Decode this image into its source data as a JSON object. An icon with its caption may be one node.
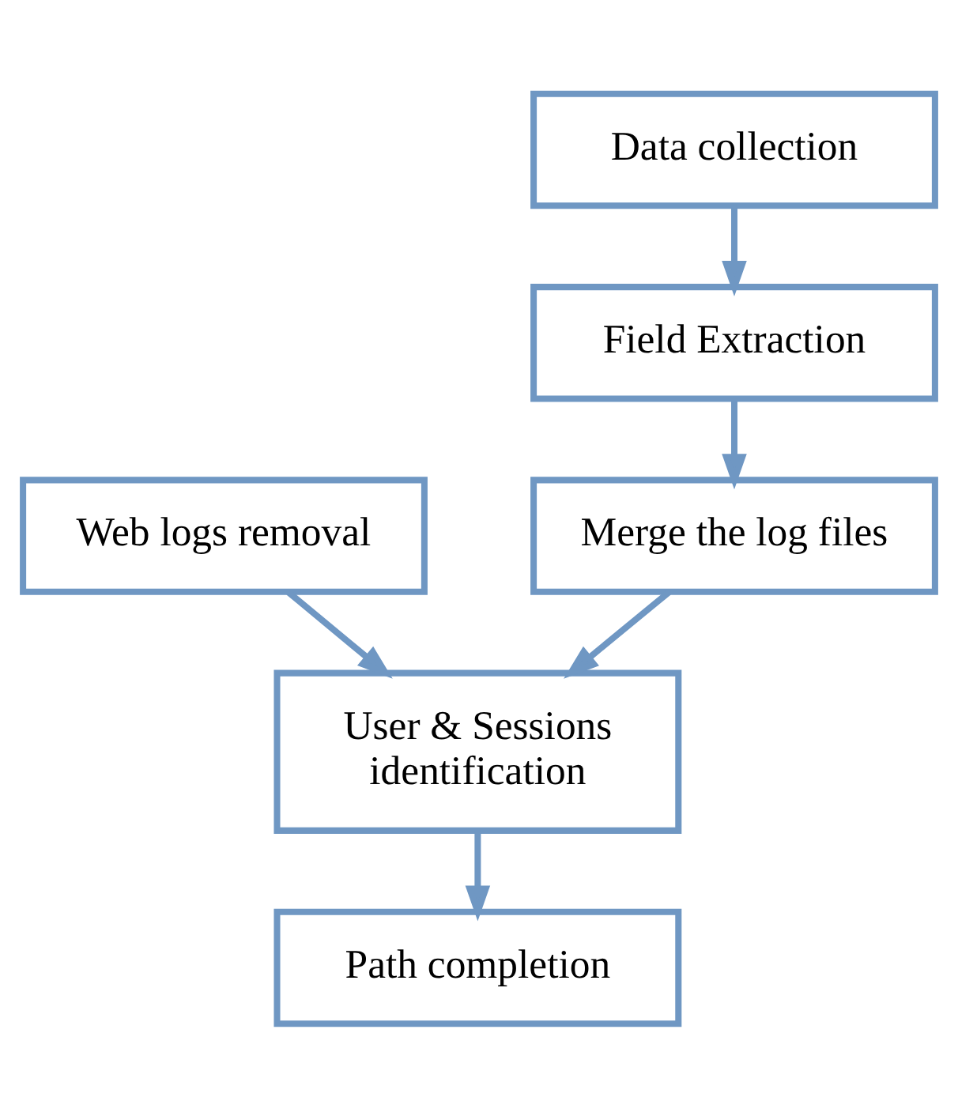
{
  "diagram": {
    "nodes": [
      {
        "text": [
          "Data collection"
        ]
      },
      {
        "text": [
          "Field Extraction"
        ]
      },
      {
        "text": [
          "Merge the log files"
        ]
      },
      {
        "text": [
          "Web logs removal"
        ]
      },
      {
        "text": [
          "User & Sessions identification"
        ]
      },
      {
        "text": [
          "Path completion"
        ]
      }
    ],
    "edges": [
      {
        "from": 0,
        "to": 1,
        "arrow": "to"
      },
      {
        "from": 1,
        "to": 2,
        "arrow": "to"
      },
      {
        "from": 2,
        "to": 4,
        "arrow": "to"
      },
      {
        "from": 3,
        "to": 4,
        "arrow": "to"
      },
      {
        "from": 4,
        "to": 5,
        "arrow": "to"
      }
    ]
  }
}
